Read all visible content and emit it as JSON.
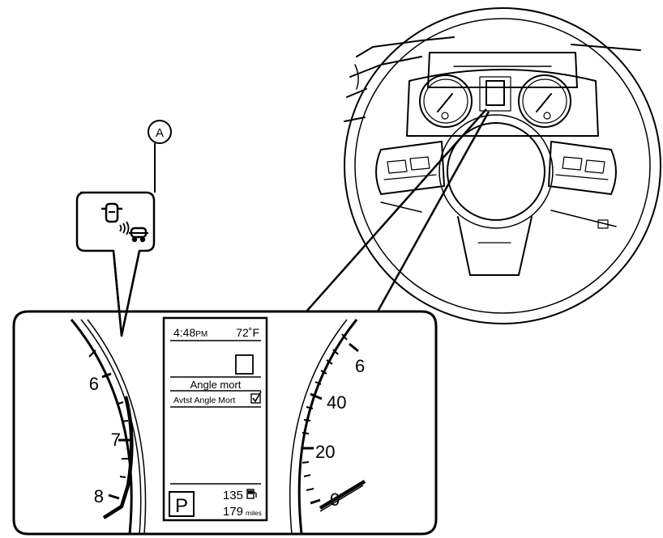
{
  "callout": {
    "label": "A"
  },
  "display": {
    "time": "4:48",
    "time_suffix": "PM",
    "temperature": "72˚F",
    "blind_spot_title": "Angle mort",
    "blind_spot_setting": "Avtst Angle Mort",
    "setting_checked": true,
    "gear": "P",
    "range": "135",
    "odometer": "179",
    "odometer_unit": "miles"
  },
  "tachometer": {
    "ticks": [
      "6",
      "7",
      "8"
    ]
  },
  "speedometer": {
    "ticks": [
      "6",
      "40",
      "20",
      "0"
    ]
  },
  "icons": {
    "indicator": "blind-spot-warning-icon",
    "fuel": "fuel-pump-icon",
    "checkbox": "checkbox-checked-icon"
  },
  "colors": {
    "line": "#000000",
    "background": "#ffffff"
  }
}
